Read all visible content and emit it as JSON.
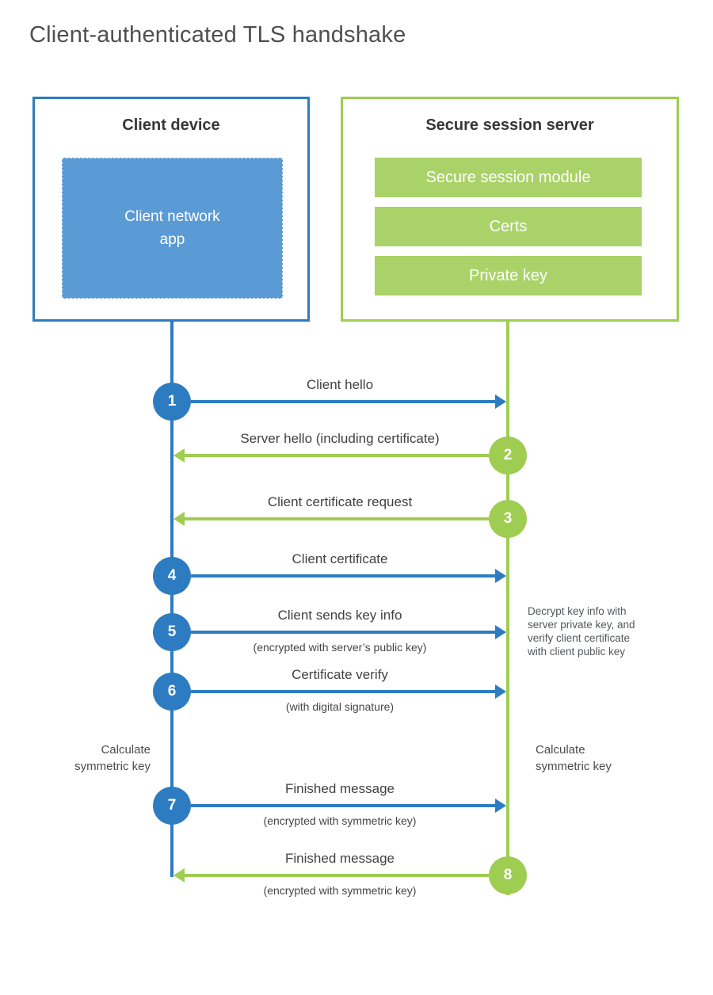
{
  "title": "Client-authenticated TLS handshake",
  "colors": {
    "blue": "#2d7cc1",
    "blue_fill": "#5b9bd5",
    "green": "#9ecd52",
    "green_fill": "#a9d368"
  },
  "client": {
    "heading": "Client device",
    "app_label": "Client network\napp"
  },
  "server": {
    "heading": "Secure session server",
    "modules": [
      "Secure session module",
      "Certs",
      "Private key"
    ]
  },
  "steps": [
    {
      "number": "1",
      "label": "Client hello",
      "sub": "",
      "from": "client",
      "to": "server"
    },
    {
      "number": "2",
      "label": "Server hello (including certificate)",
      "sub": "",
      "from": "server",
      "to": "client"
    },
    {
      "number": "3",
      "label": "Client certificate request",
      "sub": "",
      "from": "server",
      "to": "client"
    },
    {
      "number": "4",
      "label": "Client certificate",
      "sub": "",
      "from": "client",
      "to": "server"
    },
    {
      "number": "5",
      "label": "Client sends key info",
      "sub": "(encrypted with server’s public key)",
      "from": "client",
      "to": "server"
    },
    {
      "number": "6",
      "label": "Certificate verify",
      "sub": "(with digital signature)",
      "from": "client",
      "to": "server"
    },
    {
      "number": "7",
      "label": "Finished message",
      "sub": "(encrypted with symmetric key)",
      "from": "client",
      "to": "server"
    },
    {
      "number": "8",
      "label": "Finished message",
      "sub": "(encrypted with symmetric key)",
      "from": "server",
      "to": "client"
    }
  ],
  "notes": {
    "server_note": "Decrypt key info with\nserver private key, and\nverify client certificate\nwith client public key",
    "client_calc": "Calculate\nsymmetric key",
    "server_calc": "Calculate\nsymmetric key"
  }
}
